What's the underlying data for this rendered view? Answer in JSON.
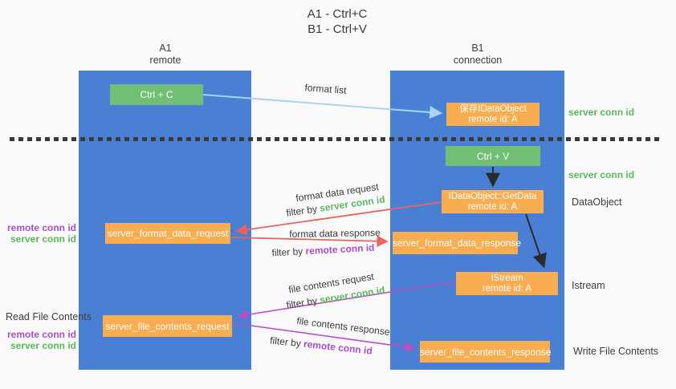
{
  "title": {
    "line1": "A1 - Ctrl+C",
    "line2": "B1 - Ctrl+V"
  },
  "lanes": {
    "left": {
      "title": "A1",
      "subtitle": "remote"
    },
    "right": {
      "title": "B1",
      "subtitle": "connection"
    }
  },
  "nodes": {
    "ctrl_c": {
      "label": "Ctrl + C"
    },
    "save_idataobject": {
      "line1": "保存IDataObject",
      "line2": "remote id: A"
    },
    "ctrl_v": {
      "label": "Ctrl + V"
    },
    "getdata": {
      "line1": "IDataObject::GetData",
      "line2": "remote id: A"
    },
    "format_request": {
      "label": "server_format_data_request"
    },
    "format_response": {
      "label": "server_format_data_response"
    },
    "istream": {
      "line1": "IStream",
      "line2": "remote id: A"
    },
    "file_request": {
      "label": "server_file_contents_request"
    },
    "file_response": {
      "label": "server_file_contents_response"
    }
  },
  "edge_labels": {
    "format_list": "format list",
    "format_data_request": {
      "title": "format data request",
      "filter_prefix": "filter by ",
      "filter_key": "server conn id"
    },
    "format_data_response": {
      "title": "format data response",
      "filter_prefix": "filter by ",
      "filter_key": "remote conn id"
    },
    "file_contents_request": {
      "title": "file contents request",
      "filter_prefix": "filter by ",
      "filter_key": "server conn id"
    },
    "file_contents_response": {
      "title": "file contents response",
      "filter_prefix": "filter by ",
      "filter_key": "remote conn id"
    }
  },
  "annotations": {
    "left": {
      "format_pair": {
        "remote": "remote conn id",
        "server": "server conn id"
      },
      "read_file": "Read File Contents",
      "file_pair": {
        "remote": "remote conn id",
        "server": "server conn id"
      }
    },
    "right": {
      "server_conn_top": "server conn id",
      "server_conn_mid": "server conn id",
      "dataobject": "DataObject",
      "istream": "Istream",
      "write_file": "Write File Contents"
    }
  },
  "colors": {
    "lane_blue": "#4a80d4",
    "green_box": "#71bf74",
    "orange_box": "#f8ad51",
    "green_text": "#5cb860",
    "purple_text": "#a94fc6",
    "red_arrow": "#e8645c",
    "purple_arrow": "#ba4fc3",
    "blue_arrow": "#a9d3f0",
    "black_arrow": "#2b2b2b"
  }
}
